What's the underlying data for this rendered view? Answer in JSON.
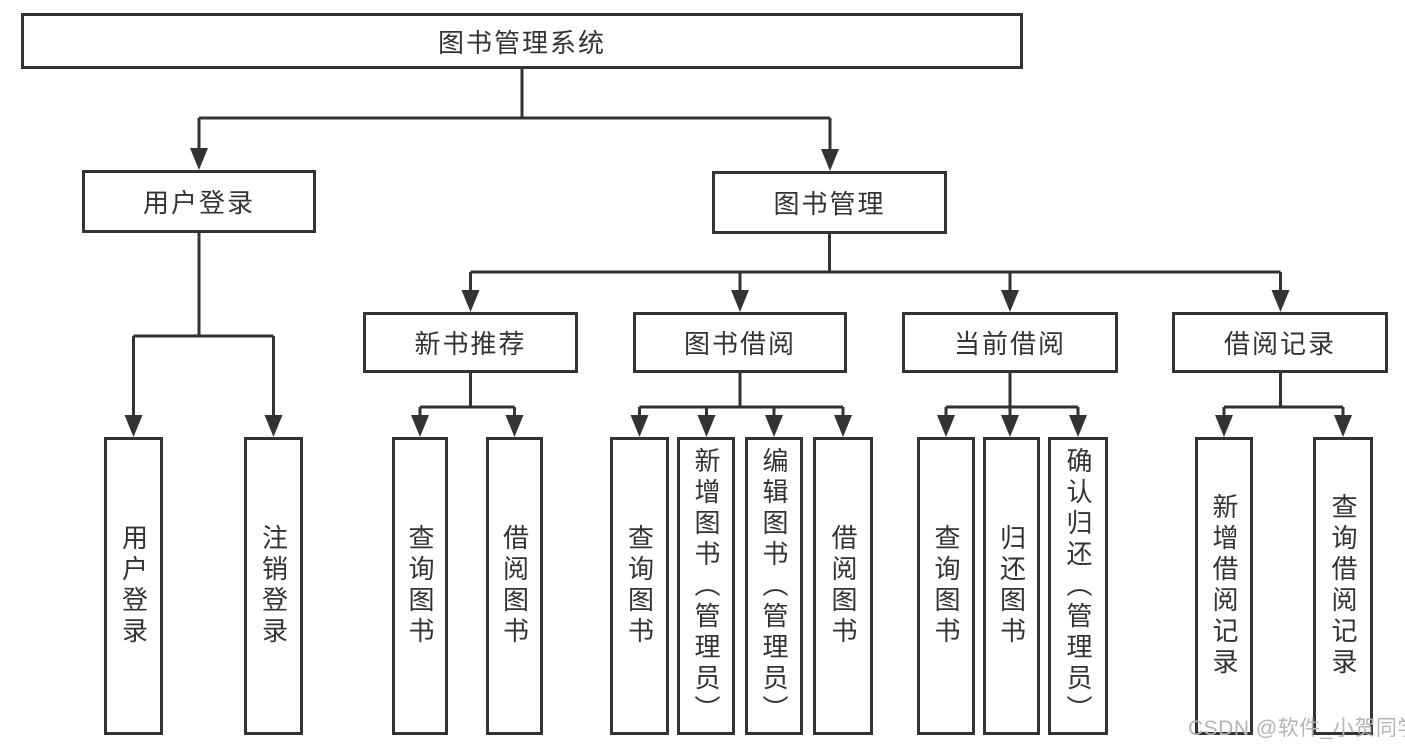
{
  "colors": {
    "line": "#333333",
    "text": "#333333",
    "box_background": "#ffffff",
    "page_background": "#ffffff",
    "watermark": "#b5b5b5"
  },
  "watermark": {
    "text": "CSDN @软件_小贺同学"
  },
  "tree": {
    "root": {
      "label": "图书管理系统",
      "children": [
        {
          "label": "用户登录",
          "children": [
            {
              "label": "用户登录"
            },
            {
              "label": "注销登录"
            }
          ]
        },
        {
          "label": "图书管理",
          "children": [
            {
              "label": "新书推荐",
              "children": [
                {
                  "label": "查询图书"
                },
                {
                  "label": "借阅图书"
                }
              ]
            },
            {
              "label": "图书借阅",
              "children": [
                {
                  "label": "查询图书"
                },
                {
                  "label": "新增图书（管理员）"
                },
                {
                  "label": "编辑图书（管理员）"
                },
                {
                  "label": "借阅图书"
                }
              ]
            },
            {
              "label": "当前借阅",
              "children": [
                {
                  "label": "查询图书"
                },
                {
                  "label": "归还图书"
                },
                {
                  "label": "确认归还（管理员）"
                }
              ]
            },
            {
              "label": "借阅记录",
              "children": [
                {
                  "label": "新增借阅记录"
                },
                {
                  "label": "查询借阅记录"
                }
              ]
            }
          ]
        }
      ]
    }
  }
}
